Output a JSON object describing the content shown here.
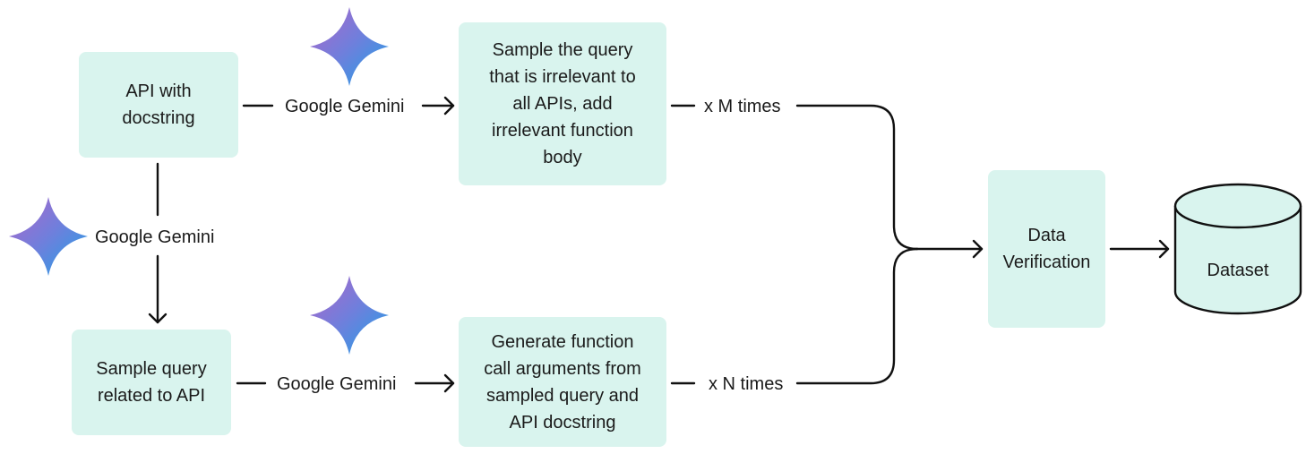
{
  "nodes": {
    "api_docstring": "API with\ndocstring",
    "sample_irrelevant": "Sample the query\nthat is irrelevant to\nall APIs, add\nirrelevant function\nbody",
    "sample_query": "Sample query\nrelated to API",
    "generate_args": "Generate function\ncall arguments from\nsampled query and\nAPI docstring",
    "data_verification": "Data\nVerification",
    "dataset": "Dataset"
  },
  "edges": {
    "gemini_top": "Google Gemini",
    "gemini_left": "Google Gemini",
    "gemini_bottom": "Google Gemini",
    "m_times": "x M times",
    "n_times": "x N times"
  },
  "icons": [
    "gemini-star-icon",
    "gemini-star-icon",
    "gemini-star-icon",
    "database-cylinder-icon"
  ],
  "colors": {
    "box_fill": "#d9f4ee",
    "line": "#111111",
    "star_gradient_start": "#9b6fd6",
    "star_gradient_end": "#2a9be0"
  }
}
